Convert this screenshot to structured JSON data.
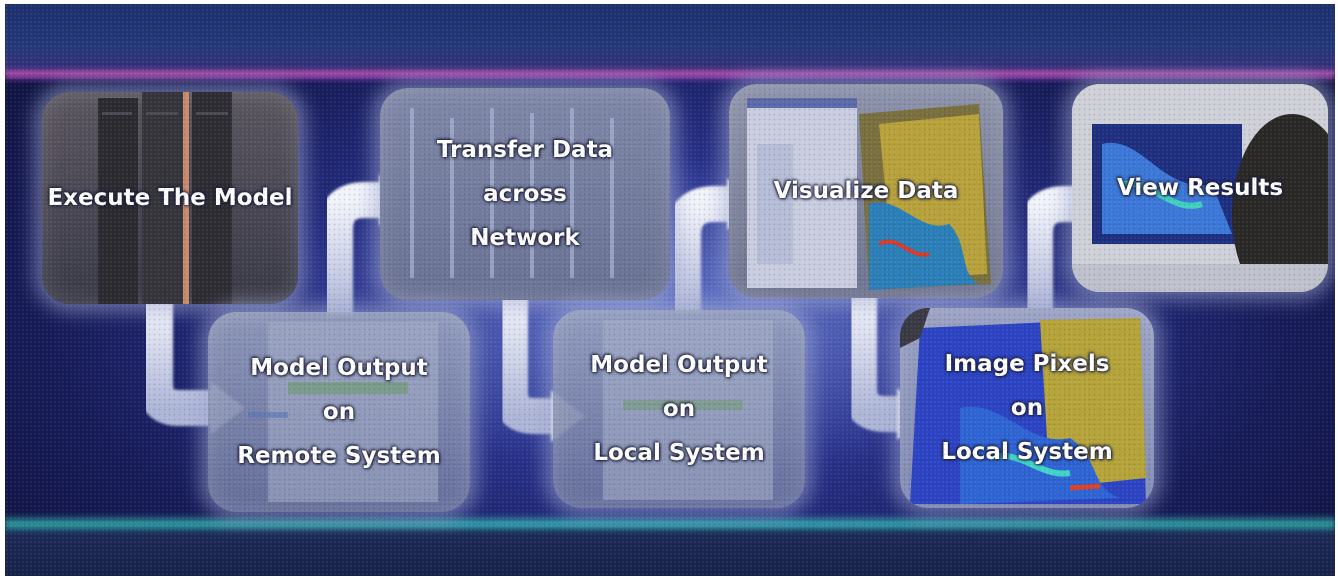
{
  "steps": {
    "execute": {
      "lines": [
        "Execute The Model"
      ]
    },
    "transfer": {
      "lines": [
        "Transfer Data",
        "across",
        "Network"
      ]
    },
    "visualize": {
      "lines": [
        "Visualize Data"
      ]
    },
    "view": {
      "lines": [
        "View Results"
      ]
    },
    "remote_output": {
      "lines": [
        "Model Output",
        "on",
        "Remote System"
      ]
    },
    "local_output": {
      "lines": [
        "Model Output",
        "on",
        "Local System"
      ]
    },
    "image_pixels": {
      "lines": [
        "Image Pixels",
        "on",
        "Local System"
      ]
    }
  },
  "colors": {
    "background": "#28318a",
    "box": "#8a92b8",
    "arrow": "#dfe3f2",
    "label_text": "#ffffff",
    "top_stripe": "#e15abe",
    "bottom_stripe": "#3cdcc8"
  },
  "icons": [
    "server-rack-icon",
    "network-panel-icon",
    "map-visualization-icon",
    "monitor-icon"
  ]
}
